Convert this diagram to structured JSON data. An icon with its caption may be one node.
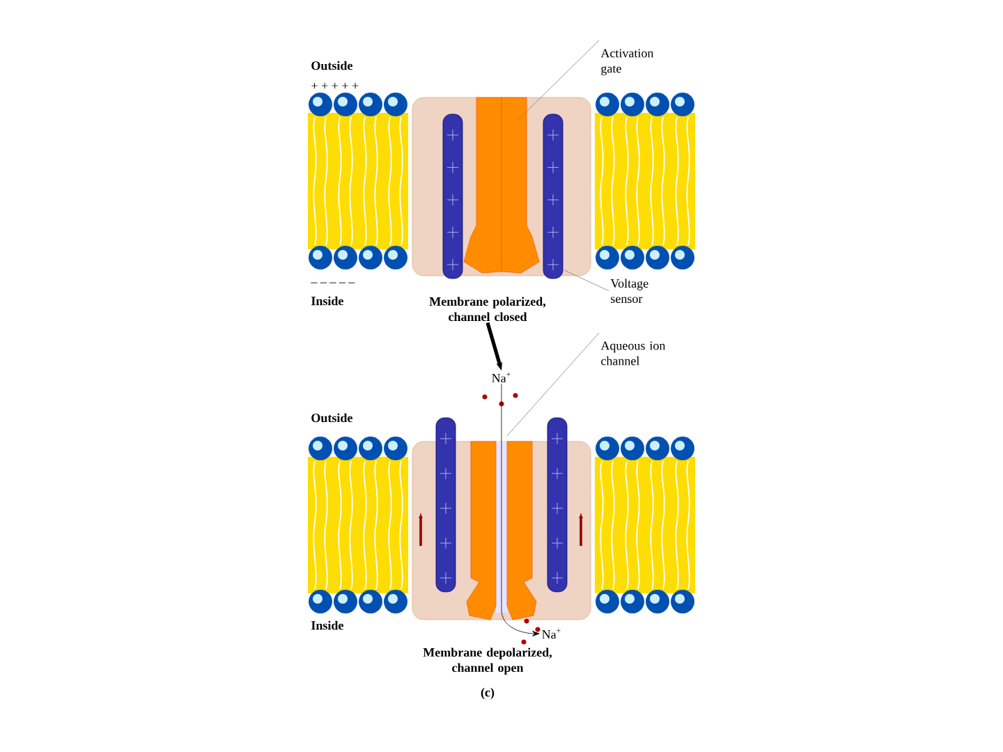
{
  "diagram": {
    "nodes": [
      {
        "text": [
          "Activation gate"
        ]
      },
      {
        "text": [
          "Voltage sensor"
        ]
      },
      {
        "text": [
          "Membrane polarized, channel closed"
        ]
      },
      {
        "text": [
          "Aqueous ion channel"
        ]
      },
      {
        "text": [
          "Na$^{+}$"
        ]
      },
      {
        "text": [
          "Na$^{+}$"
        ]
      },
      {
        "text": [
          "Membrane depolarized, channel open"
        ]
      }
    ],
    "edges": [
      {
        "from": 0,
        "to": null,
        "arrow": "none"
      },
      {
        "from": 1,
        "to": null,
        "arrow": "none"
      },
      {
        "from": 2,
        "to": 4,
        "arrow": "to",
        "style": "thick",
        "color": "#000000"
      },
      {
        "from": 3,
        "to": null,
        "arrow": "none"
      },
      {
        "from": 4,
        "to": 5,
        "arrow": "to",
        "color": "#000000"
      }
    ],
    "labels": [
      "Outside",
      "+ + + + +",
      "– – – – –",
      "Inside",
      "Outside",
      "Inside",
      "(c)"
    ]
  }
}
